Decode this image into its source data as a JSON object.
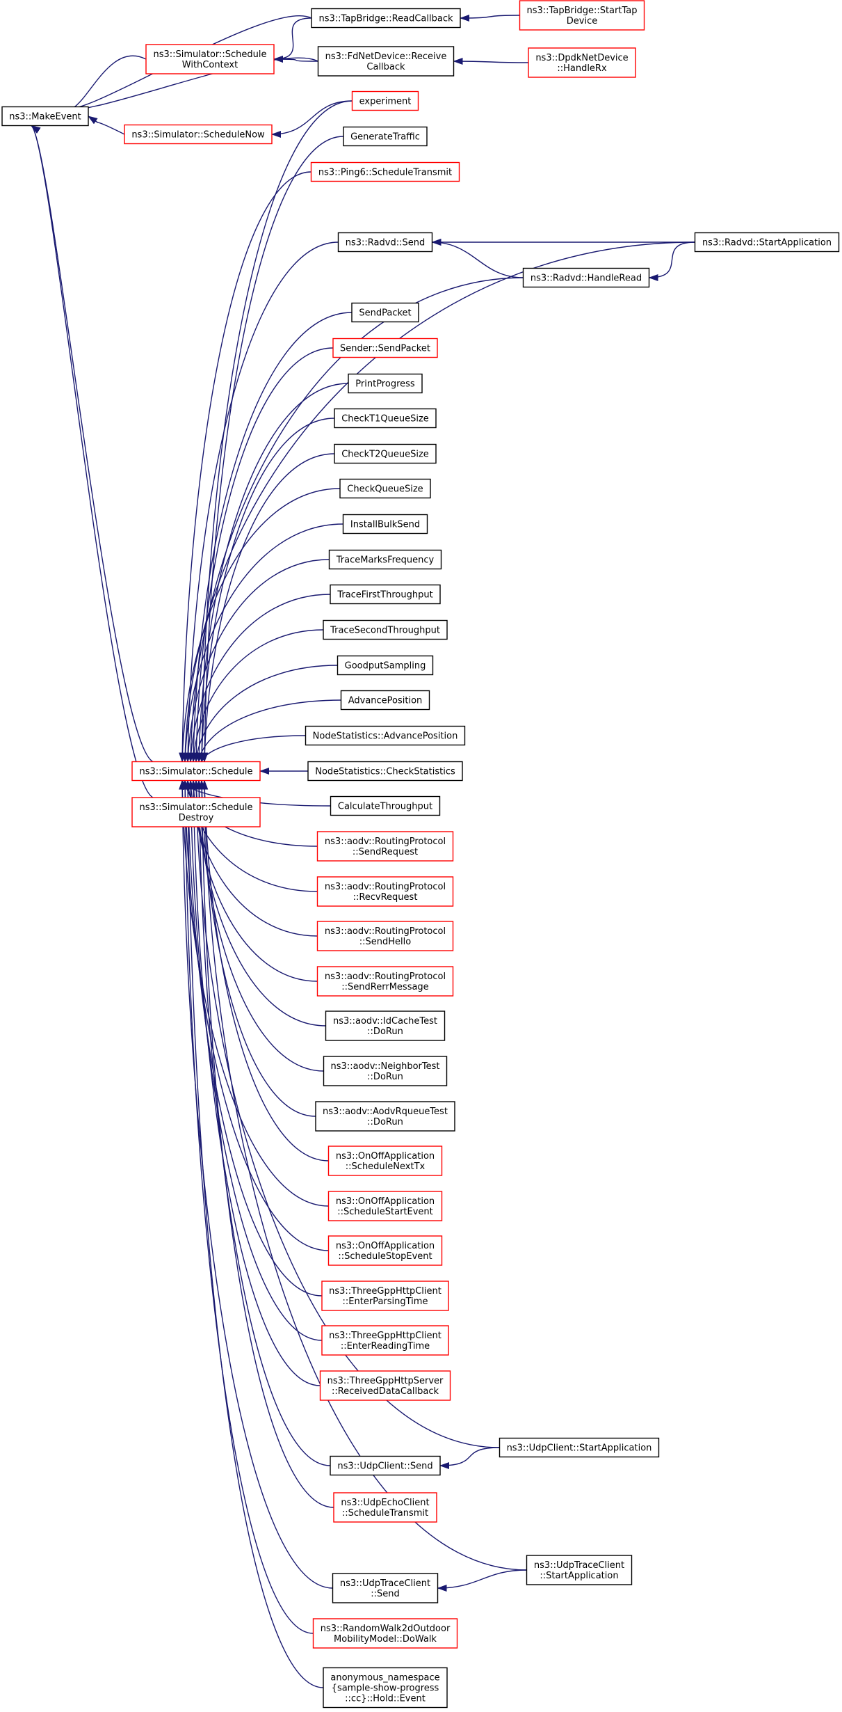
{
  "diagram": {
    "colors": {
      "edge": "#191970",
      "border_black": "#000000",
      "border_red": "#ff0000",
      "root_fill": "#bfbfbf",
      "node_fill": "#ffffff"
    },
    "nodes": [
      {
        "id": "makeevent",
        "lines": [
          "ns3::MakeEvent"
        ],
        "border": "black",
        "root": true
      },
      {
        "id": "tapreadcb",
        "lines": [
          "ns3::TapBridge::ReadCallback"
        ],
        "border": "black"
      },
      {
        "id": "tapstart",
        "lines": [
          "ns3::TapBridge::StartTap",
          "Device"
        ],
        "border": "red"
      },
      {
        "id": "schedctx",
        "lines": [
          "ns3::Simulator::Schedule",
          "WithContext"
        ],
        "border": "red"
      },
      {
        "id": "fdrecv",
        "lines": [
          "ns3::FdNetDevice::Receive",
          "Callback"
        ],
        "border": "black"
      },
      {
        "id": "dpdk",
        "lines": [
          "ns3::DpdkNetDevice",
          "::HandleRx"
        ],
        "border": "red"
      },
      {
        "id": "schednow",
        "lines": [
          "ns3::Simulator::ScheduleNow"
        ],
        "border": "red"
      },
      {
        "id": "experiment",
        "lines": [
          "experiment"
        ],
        "border": "red"
      },
      {
        "id": "gentraffic",
        "lines": [
          "GenerateTraffic"
        ],
        "border": "black"
      },
      {
        "id": "ping6",
        "lines": [
          "ns3::Ping6::ScheduleTransmit"
        ],
        "border": "red"
      },
      {
        "id": "radvdsend",
        "lines": [
          "ns3::Radvd::Send"
        ],
        "border": "black"
      },
      {
        "id": "radvdstart",
        "lines": [
          "ns3::Radvd::StartApplication"
        ],
        "border": "black"
      },
      {
        "id": "radvdread",
        "lines": [
          "ns3::Radvd::HandleRead"
        ],
        "border": "black"
      },
      {
        "id": "sendpacket",
        "lines": [
          "SendPacket"
        ],
        "border": "black"
      },
      {
        "id": "sendersp",
        "lines": [
          "Sender::SendPacket"
        ],
        "border": "red"
      },
      {
        "id": "printprog",
        "lines": [
          "PrintProgress"
        ],
        "border": "black"
      },
      {
        "id": "ct1",
        "lines": [
          "CheckT1QueueSize"
        ],
        "border": "black"
      },
      {
        "id": "ct2",
        "lines": [
          "CheckT2QueueSize"
        ],
        "border": "black"
      },
      {
        "id": "cqs",
        "lines": [
          "CheckQueueSize"
        ],
        "border": "black"
      },
      {
        "id": "ibs",
        "lines": [
          "InstallBulkSend"
        ],
        "border": "black"
      },
      {
        "id": "tmf",
        "lines": [
          "TraceMarksFrequency"
        ],
        "border": "black"
      },
      {
        "id": "tft",
        "lines": [
          "TraceFirstThroughput"
        ],
        "border": "black"
      },
      {
        "id": "tst",
        "lines": [
          "TraceSecondThroughput"
        ],
        "border": "black"
      },
      {
        "id": "gps",
        "lines": [
          "GoodputSampling"
        ],
        "border": "black"
      },
      {
        "id": "advpos",
        "lines": [
          "AdvancePosition"
        ],
        "border": "black"
      },
      {
        "id": "nsadv",
        "lines": [
          "NodeStatistics::AdvancePosition"
        ],
        "border": "black"
      },
      {
        "id": "schedule",
        "lines": [
          "ns3::Simulator::Schedule"
        ],
        "border": "red"
      },
      {
        "id": "nscheck",
        "lines": [
          "NodeStatistics::CheckStatistics"
        ],
        "border": "black"
      },
      {
        "id": "scheddestroy",
        "lines": [
          "ns3::Simulator::Schedule",
          "Destroy"
        ],
        "border": "red"
      },
      {
        "id": "calcthr",
        "lines": [
          "CalculateThroughput"
        ],
        "border": "black"
      },
      {
        "id": "aodvsreq",
        "lines": [
          "ns3::aodv::RoutingProtocol",
          "::SendRequest"
        ],
        "border": "red"
      },
      {
        "id": "aodvrreq",
        "lines": [
          "ns3::aodv::RoutingProtocol",
          "::RecvRequest"
        ],
        "border": "red"
      },
      {
        "id": "aodvhello",
        "lines": [
          "ns3::aodv::RoutingProtocol",
          "::SendHello"
        ],
        "border": "red"
      },
      {
        "id": "aodvrerr",
        "lines": [
          "ns3::aodv::RoutingProtocol",
          "::SendRerrMessage"
        ],
        "border": "red"
      },
      {
        "id": "aodvidc",
        "lines": [
          "ns3::aodv::IdCacheTest",
          "::DoRun"
        ],
        "border": "black"
      },
      {
        "id": "aodvnb",
        "lines": [
          "ns3::aodv::NeighborTest",
          "::DoRun"
        ],
        "border": "black"
      },
      {
        "id": "aodvrq",
        "lines": [
          "ns3::aodv::AodvRqueueTest",
          "::DoRun"
        ],
        "border": "black"
      },
      {
        "id": "onofftx",
        "lines": [
          "ns3::OnOffApplication",
          "::ScheduleNextTx"
        ],
        "border": "red"
      },
      {
        "id": "onoffstart",
        "lines": [
          "ns3::OnOffApplication",
          "::ScheduleStartEvent"
        ],
        "border": "red"
      },
      {
        "id": "onoffstop",
        "lines": [
          "ns3::OnOffApplication",
          "::ScheduleStopEvent"
        ],
        "border": "red"
      },
      {
        "id": "httpparse",
        "lines": [
          "ns3::ThreeGppHttpClient",
          "::EnterParsingTime"
        ],
        "border": "red"
      },
      {
        "id": "httpread",
        "lines": [
          "ns3::ThreeGppHttpClient",
          "::EnterReadingTime"
        ],
        "border": "red"
      },
      {
        "id": "httpsrv",
        "lines": [
          "ns3::ThreeGppHttpServer",
          "::ReceivedDataCallback"
        ],
        "border": "red"
      },
      {
        "id": "udpsend",
        "lines": [
          "ns3::UdpClient::Send"
        ],
        "border": "black"
      },
      {
        "id": "udpstart",
        "lines": [
          "ns3::UdpClient::StartApplication"
        ],
        "border": "black"
      },
      {
        "id": "udpecho",
        "lines": [
          "ns3::UdpEchoClient",
          "::ScheduleTransmit"
        ],
        "border": "red"
      },
      {
        "id": "udptrsend",
        "lines": [
          "ns3::UdpTraceClient",
          "::Send"
        ],
        "border": "black"
      },
      {
        "id": "udptrstart",
        "lines": [
          "ns3::UdpTraceClient",
          "::StartApplication"
        ],
        "border": "black"
      },
      {
        "id": "rw2d",
        "lines": [
          "ns3::RandomWalk2dOutdoor",
          "MobilityModel::DoWalk"
        ],
        "border": "red"
      },
      {
        "id": "anon",
        "lines": [
          "anonymous_namespace",
          "{sample-show-progress",
          "::cc}::Hold::Event"
        ],
        "border": "black"
      }
    ],
    "edges": [
      [
        "tapreadcb",
        "makeevent"
      ],
      [
        "schedctx",
        "makeevent"
      ],
      [
        "fdrecv",
        "makeevent"
      ],
      [
        "schednow",
        "makeevent"
      ],
      [
        "schedule",
        "makeevent"
      ],
      [
        "scheddestroy",
        "makeevent"
      ],
      [
        "tapreadcb",
        "schedctx"
      ],
      [
        "fdrecv",
        "schedctx"
      ],
      [
        "experiment",
        "schednow"
      ],
      [
        "tapstart",
        "tapreadcb"
      ],
      [
        "dpdk",
        "fdrecv"
      ],
      [
        "radvdstart",
        "radvdsend"
      ],
      [
        "radvdread",
        "radvdsend"
      ],
      [
        "radvdstart",
        "radvdread"
      ],
      [
        "udpstart",
        "udpsend"
      ],
      [
        "udptrstart",
        "udptrsend"
      ],
      [
        "experiment",
        "schedule"
      ],
      [
        "gentraffic",
        "schedule"
      ],
      [
        "ping6",
        "schedule"
      ],
      [
        "radvdstart",
        "schedule"
      ],
      [
        "radvdsend",
        "schedule"
      ],
      [
        "radvdread",
        "schedule"
      ],
      [
        "sendpacket",
        "schedule"
      ],
      [
        "sendersp",
        "schedule"
      ],
      [
        "printprog",
        "schedule"
      ],
      [
        "ct1",
        "schedule"
      ],
      [
        "ct2",
        "schedule"
      ],
      [
        "cqs",
        "schedule"
      ],
      [
        "ibs",
        "schedule"
      ],
      [
        "tmf",
        "schedule"
      ],
      [
        "tft",
        "schedule"
      ],
      [
        "tst",
        "schedule"
      ],
      [
        "gps",
        "schedule"
      ],
      [
        "advpos",
        "schedule"
      ],
      [
        "nsadv",
        "schedule"
      ],
      [
        "nscheck",
        "schedule"
      ],
      [
        "calcthr",
        "schedule"
      ],
      [
        "aodvsreq",
        "schedule"
      ],
      [
        "aodvrreq",
        "schedule"
      ],
      [
        "aodvhello",
        "schedule"
      ],
      [
        "aodvrerr",
        "schedule"
      ],
      [
        "aodvidc",
        "schedule"
      ],
      [
        "aodvnb",
        "schedule"
      ],
      [
        "aodvrq",
        "schedule"
      ],
      [
        "onofftx",
        "schedule"
      ],
      [
        "onoffstart",
        "schedule"
      ],
      [
        "onoffstop",
        "schedule"
      ],
      [
        "httpparse",
        "schedule"
      ],
      [
        "httpread",
        "schedule"
      ],
      [
        "httpsrv",
        "schedule"
      ],
      [
        "udpstart",
        "schedule"
      ],
      [
        "udpsend",
        "schedule"
      ],
      [
        "udpecho",
        "schedule"
      ],
      [
        "udptrstart",
        "schedule"
      ],
      [
        "udptrsend",
        "schedule"
      ],
      [
        "rw2d",
        "schedule"
      ],
      [
        "anon",
        "schedule"
      ]
    ]
  }
}
